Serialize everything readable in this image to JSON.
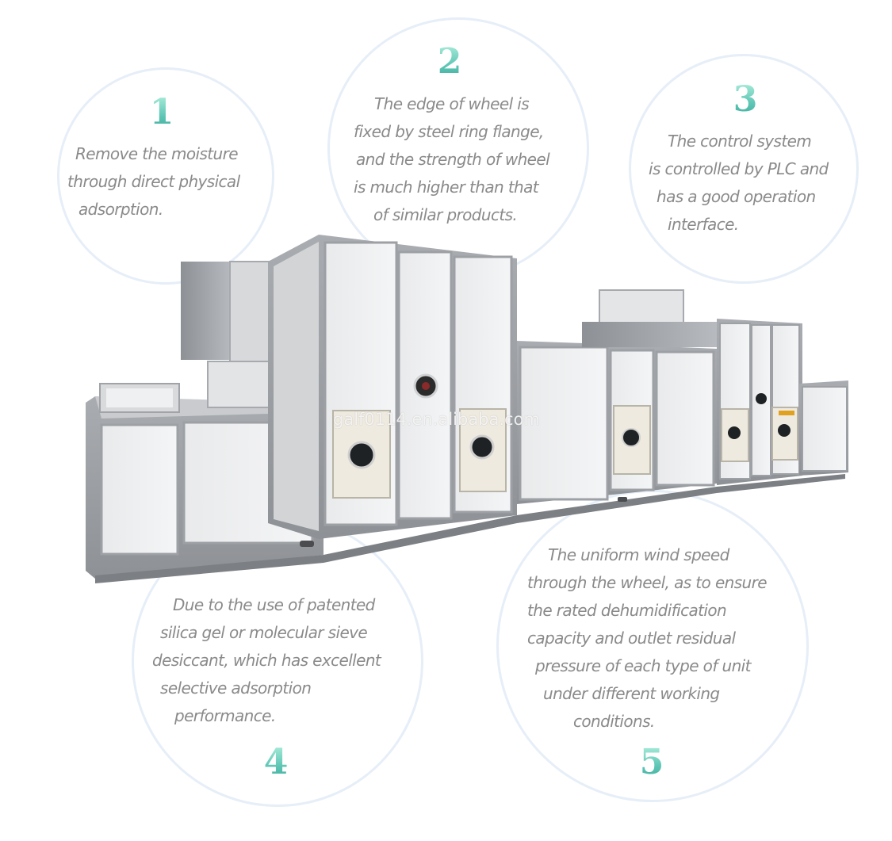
{
  "features": [
    {
      "number": "1",
      "lines": [
        "Remove the moisture",
        "through direct physical",
        "adsorption."
      ]
    },
    {
      "number": "2",
      "lines": [
        "The edge of wheel is",
        "fixed by steel ring flange,",
        "and the strength of wheel",
        "is much higher than that",
        "of similar products."
      ]
    },
    {
      "number": "3",
      "lines": [
        "The control system",
        "is controlled by PLC and",
        "has a good operation",
        "interface."
      ]
    },
    {
      "number": "4",
      "lines": [
        "Due to the use of patented",
        "silica gel or molecular sieve",
        "desiccant, which has excellent",
        "selective adsorption",
        "performance."
      ]
    },
    {
      "number": "5",
      "lines": [
        "The uniform wind speed",
        "through the wheel, as to ensure",
        "the rated dehumidification",
        "capacity and outlet residual",
        "pressure of each type of unit",
        "under different working",
        "conditions."
      ]
    }
  ],
  "watermark": "galf0114.en.alibaba.com",
  "colors": {
    "number_accent": "#5fc6b5",
    "text": "#8a8a8a",
    "circle_border": "#e6eef8"
  }
}
